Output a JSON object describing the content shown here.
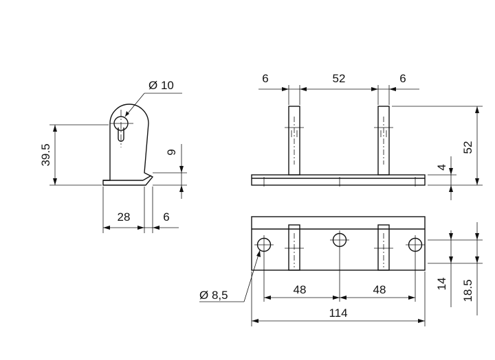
{
  "drawing": {
    "side_view": {
      "hole_diameter": "Ø 10",
      "height": "39.5",
      "hook_height": "9",
      "base_width": "28",
      "hook_width": "6"
    },
    "front_view": {
      "left_tab_width": "6",
      "tab_spacing": "52",
      "right_tab_width": "6",
      "total_height": "52",
      "base_thickness": "4"
    },
    "top_view": {
      "hole_diameter": "Ø 8,5",
      "left_hole_spacing": "48",
      "right_hole_spacing": "48",
      "overall_length": "114",
      "hole_offset": "14",
      "overall_width": "18.5"
    }
  }
}
